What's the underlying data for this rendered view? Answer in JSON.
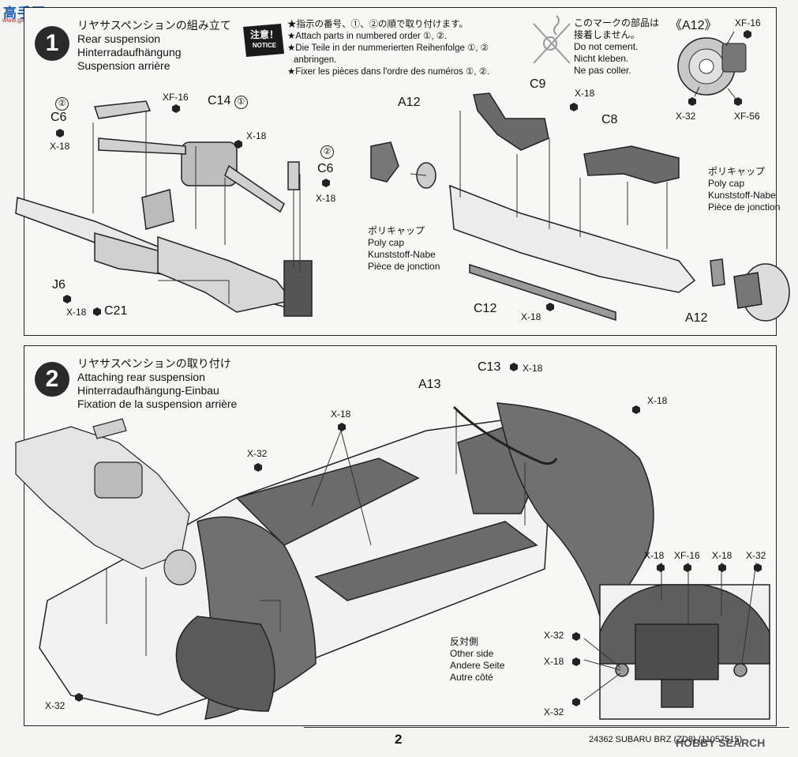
{
  "watermark_top": "高手网",
  "watermark_url": "www.gaoshou.net",
  "step1": {
    "number": "1",
    "title_lines": [
      "リヤサスペンションの組み立て",
      "Rear suspension",
      "Hinterradaufhängung",
      "Suspension arrière"
    ],
    "notice_badge": "注意！",
    "notice_badge_en": "NOTICE",
    "notice_lines": [
      "★指示の番号、①、②の順で取り付けます。",
      "★Attach parts in numbered order ①, ②.",
      "★Die Teile in der nummerierten Reihenfolge ①, ②",
      "anbringen.",
      "★Fixer les pièces dans l'ordre des numéros ①, ②."
    ],
    "nocement_lines": [
      "このマークの部品は",
      "接着しません。",
      "Do not cement.",
      "Nicht kleben.",
      "Ne pas coller."
    ],
    "a12_title": "《A12》",
    "polycap_lines": [
      "ポリキャップ",
      "Poly cap",
      "Kunststoff-Nabe",
      "Pièce de jonction"
    ],
    "labels": {
      "c6_left_num": "②",
      "c6_left": "C6",
      "x18_a": "X-18",
      "xf16": "XF-16",
      "c14": "C14",
      "c14_num": "①",
      "x18_b": "X-18",
      "c6_right_num": "②",
      "c6_right": "C6",
      "x18_c": "X-18",
      "j6": "J6",
      "x18_d": "X-18",
      "c21": "C21",
      "a12_left": "A12",
      "c9": "C9",
      "x18_e": "X-18",
      "c8": "C8",
      "c12": "C12",
      "x18_f": "X-18",
      "a12_right": "A12",
      "a12_xf16": "XF-16",
      "a12_x32": "X-32",
      "a12_xf56": "XF-56"
    }
  },
  "step2": {
    "number": "2",
    "title_lines": [
      "リヤサスペンションの取り付け",
      "Attaching rear suspension",
      "Hinterradaufhängung-Einbau",
      "Fixation de la suspension arrière"
    ],
    "labels": {
      "a13": "A13",
      "c13": "C13",
      "x18_c13": "X-18",
      "x18_top": "X-18",
      "x18_floor": "X-18",
      "x32_floor": "X-32",
      "x32_bottom": "X-32",
      "r_x18_a": "X-18",
      "r_xf16": "XF-16",
      "r_x18_b": "X-18",
      "r_x32_a": "X-32",
      "r_x32_b": "X-32",
      "r_x18_c": "X-18",
      "r_x32_c": "X-32"
    },
    "other_side_lines": [
      "反対側",
      "Other side",
      "Andere Seite",
      "Autre côté"
    ]
  },
  "footer": {
    "page_number": "2",
    "model_code": "24362 SUBARU BRZ (ZD8) (11057515)",
    "watermark": "HOBBY SEARCH"
  }
}
